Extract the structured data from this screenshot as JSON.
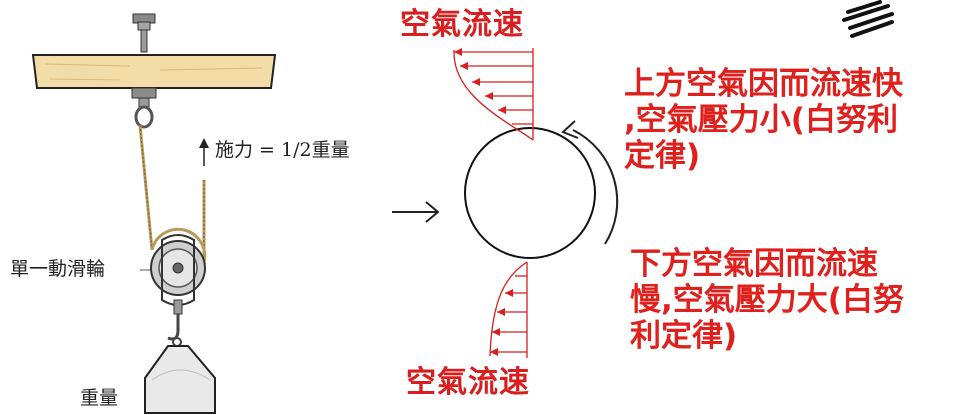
{
  "pulley": {
    "force_label": "施力 = 1/2重量",
    "pulley_label": "單一動滑輪",
    "weight_label": "重量"
  },
  "airflow": {
    "top_title": "空氣流速",
    "bottom_title": "空氣流速",
    "top_note": "上方空氣因而流速快\n,空氣壓力小(白努利\n定律)",
    "bottom_note": "下方空氣因而流速\n慢,空氣壓力大(白努\n利定律)"
  },
  "colors": {
    "accent_red": "#d81e1e",
    "beam_fill": "#f2dca8",
    "rope": "#b89a5a",
    "metal": "#7d7d7d"
  }
}
